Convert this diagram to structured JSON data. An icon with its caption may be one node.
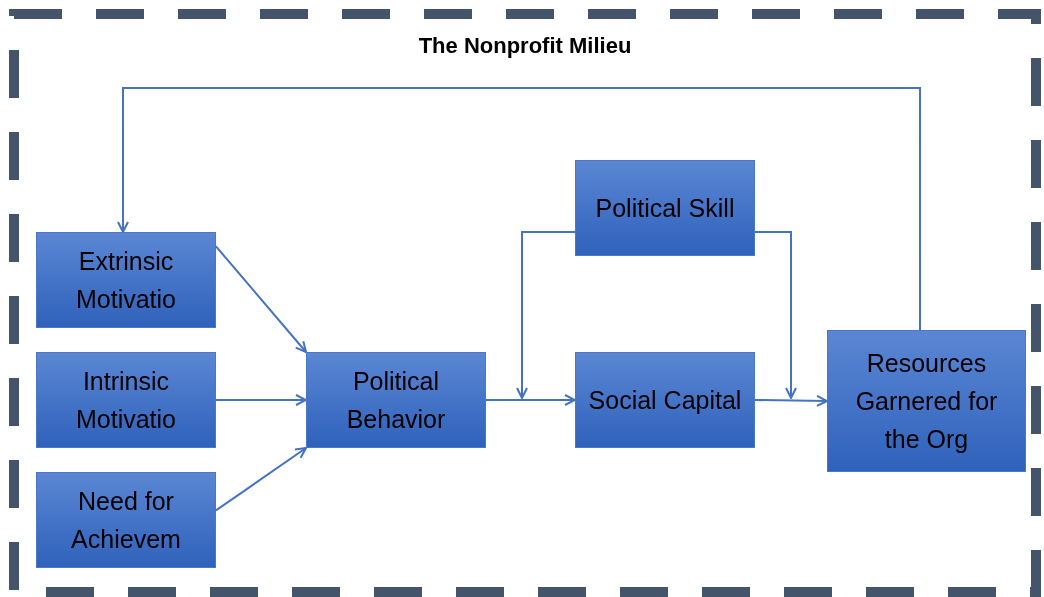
{
  "diagram": {
    "nodes": [
      {
        "text": [
          "The Nonprofit Milieu"
        ]
      },
      {
        "text": [
          "Extrinsic Motivatio"
        ],
        "in": 0
      },
      {
        "text": [
          "Intrinsic Motivatio"
        ],
        "in": 0
      },
      {
        "text": [
          "Need for Achievem"
        ],
        "in": 0
      },
      {
        "text": [
          "Political Behavior"
        ],
        "in": 0
      },
      {
        "text": [
          "Political Skill"
        ],
        "in": 0
      },
      {
        "text": [
          "Social Capital"
        ],
        "in": 0
      },
      {
        "text": [
          "Resources Garnered for the Org"
        ],
        "in": 0
      }
    ],
    "edges": [
      {
        "from": 1,
        "to": 4,
        "arrow": "to"
      },
      {
        "from": 2,
        "to": 4,
        "arrow": "to"
      },
      {
        "from": 3,
        "to": 4,
        "arrow": "to"
      },
      {
        "from": 4,
        "to": 6,
        "arrow": "to"
      },
      {
        "from": 6,
        "to": 7,
        "arrow": "to"
      },
      {
        "from": 7,
        "to": 1,
        "arrow": "to"
      },
      {
        "from": 5,
        "to": null,
        "arrow": "to"
      },
      {
        "from": 5,
        "to": null,
        "arrow": "to"
      }
    ]
  }
}
